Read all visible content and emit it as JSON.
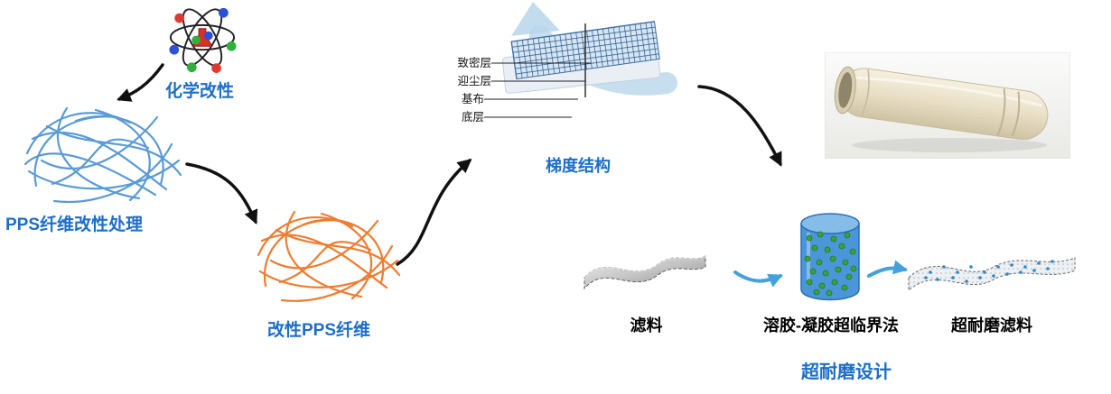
{
  "labels": {
    "chemical_modification": "化学改性",
    "pps_fiber_treatment": "PPS纤维改性处理",
    "modified_pps_fiber": "改性PPS纤维",
    "gradient_structure": "梯度结构",
    "filter_material": "滤料",
    "sol_gel_method": "溶胶-凝胶超临界法",
    "wear_resistant_filter": "超耐磨滤料",
    "wear_resistant_design": "超耐磨设计"
  },
  "gradient_layers": [
    "致密层",
    "迎尘层",
    "基布",
    "底层"
  ],
  "colors": {
    "label_blue": "#1e6ec8",
    "label_black": "#000000",
    "fiber_blue": "#5b9bd5",
    "fiber_orange": "#ed7d31",
    "black_arrow": "#111111",
    "flow_arrow_blue": "#45a1dc",
    "cylinder_blue": "#4a96d8",
    "particle_green": "#38a33c",
    "bag_beige": "#eae0c8",
    "mesh_navy": "#24568c"
  },
  "icons": {
    "atom": "atom-molecule-icon",
    "blue_fibers": "blue-fiber-tangle-icon",
    "orange_fibers": "orange-fiber-tangle-icon",
    "layered_arrow": "gradient-layers-icon",
    "filter_bag": "filter-bag-photo",
    "gray_sheet": "filter-sheet-icon",
    "cylinder": "sol-gel-cylinder-icon",
    "mesh_sheet": "wear-mesh-icon"
  }
}
